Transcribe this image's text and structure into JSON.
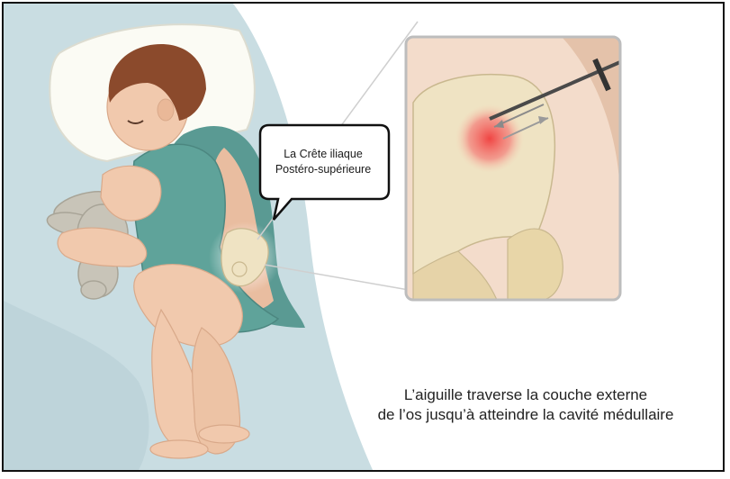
{
  "callout": {
    "line1": "La Crête iliaque",
    "line2": "Postéro-supérieure"
  },
  "caption": {
    "line1": "L’aiguille traverse la couche externe",
    "line2": "de l’os jusqu’à atteindre la cavité médullaire"
  },
  "colors": {
    "blanket": "#c9dde2",
    "gown": "#5a9a93",
    "skin": "#f1c9ad",
    "hair": "#8b4a2c",
    "bone": "#efe3c3",
    "marrow_highlight": "#f25a5a",
    "frame_border": "#111111"
  }
}
